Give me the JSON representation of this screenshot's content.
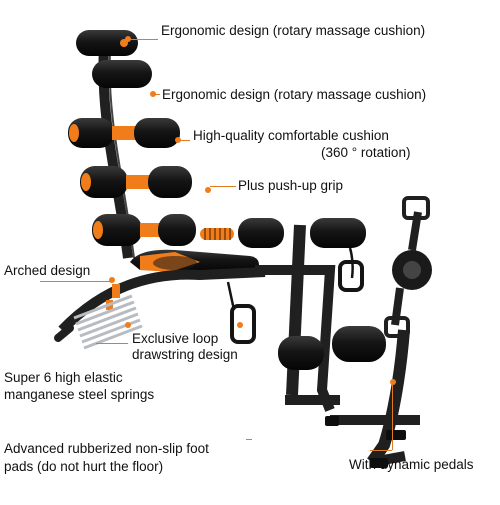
{
  "labels": {
    "ergonomic_1": "Ergonomic design (rotary massage cushion)",
    "ergonomic_2": "Ergonomic design (rotary massage cushion)",
    "cushion_line1": "High-quality comfortable cushion",
    "cushion_line2": "(360 ° rotation)",
    "pushup": "Plus push-up grip",
    "arched": "Arched design",
    "loop_line1": "Exclusive loop",
    "loop_line2": "drawstring design",
    "springs_line1": "Super 6 high elastic",
    "springs_line2": "manganese steel springs",
    "pads_line1": "Advanced rubberized non-slip foot",
    "pads_line2": "pads (do not hurt the floor)",
    "pedals": "With dynamic pedals"
  },
  "colors": {
    "foam": "#151515",
    "frame": "#202020",
    "accent": "#f07d1a",
    "leader": "#e07a20",
    "spring": "#b8bcc2",
    "text": "#111111"
  }
}
